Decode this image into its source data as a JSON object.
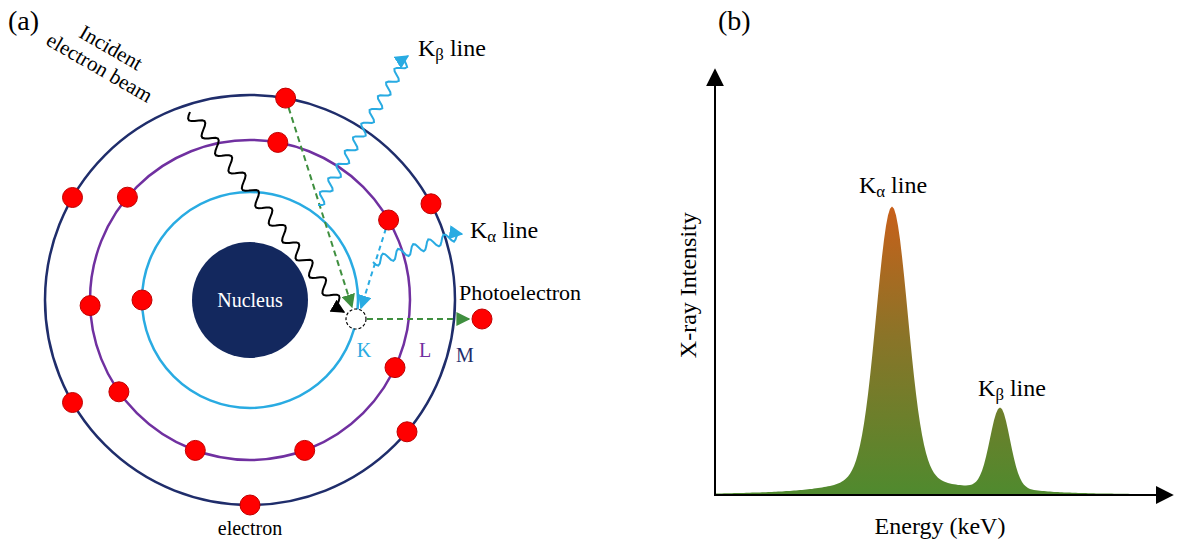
{
  "diagram": {
    "nodes": [
      {
        "text": [
          "Nucleus"
        ]
      }
    ],
    "labels": [
      "(a)",
      "Incident electron beam",
      "Kβ line",
      "Kα line",
      "Photoelectron",
      "K",
      "L",
      "M",
      "electron",
      "(b)",
      "X-ray Intensity",
      "Kα line",
      "Kβ line",
      "Energy (keV)"
    ]
  }
}
